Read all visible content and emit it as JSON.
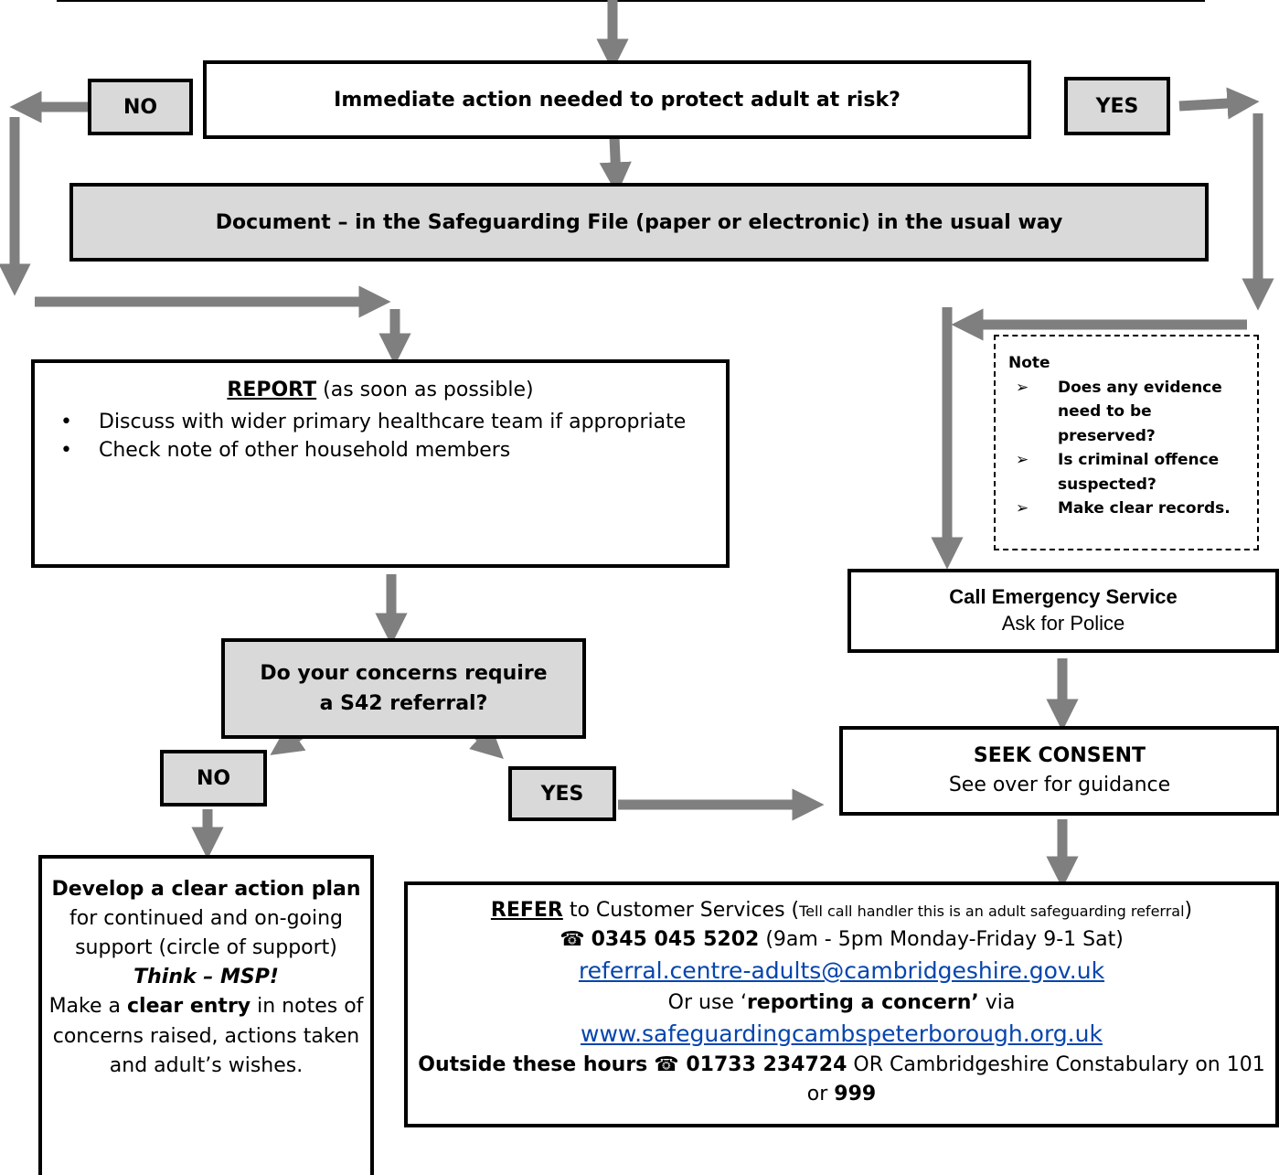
{
  "flow": {
    "immediate_question": "Immediate action needed to protect adult at risk?",
    "top_no": "NO",
    "top_yes": "YES",
    "document": "Document – in the Safeguarding File (paper or electronic) in the usual way",
    "report": {
      "title": "REPORT",
      "title_note": " (as soon as possible)",
      "items": [
        "Discuss with wider primary healthcare team if appropriate",
        "Check note of other household members"
      ]
    },
    "note": {
      "title": "Note",
      "items": [
        "Does any evidence need to be preserved?",
        "Is criminal offence suspected?",
        "Make clear records."
      ]
    },
    "emergency": {
      "title": "Call Emergency Service",
      "subtitle": "Ask for Police"
    },
    "s42_question": {
      "line1": "Do your concerns require",
      "line2": "a S42 referral?"
    },
    "mid_no": "NO",
    "mid_yes": "YES",
    "consent": {
      "title": "SEEK CONSENT",
      "subtitle": "See over for guidance"
    },
    "action_plan": {
      "bold1": "Develop a clear action plan",
      "text1": " for continued and on-going support (circle of support)",
      "italic": "Think – MSP!",
      "text2": "Make a ",
      "bold2": "clear entry",
      "text3": " in notes of concerns raised, actions taken and adult’s wishes."
    },
    "refer": {
      "title": "REFER",
      "title_rest": " to Customer Services (",
      "small_note": "Tell call handler this is an adult safeguarding referral",
      "close_paren": ")",
      "phone_icon": "☎",
      "phone": "0345 045 5202",
      "hours": " (9am - 5pm Monday-Friday 9-1 Sat)",
      "email": "referral.centre-adults@cambridgeshire.gov.uk",
      "or_use": "Or use ‘",
      "reporting": "reporting a concern’",
      "via": " via",
      "website": "www.safeguardingcambspeterborough.org.uk",
      "outside": "Outside these hours",
      "outside_phone": " 01733 234724",
      "outside_rest": " OR Cambridgeshire Constabulary on 101 or ",
      "emergency_number": "999"
    }
  },
  "colors": {
    "arrow": "#7f7f7f",
    "grey_box": "#d9d9d9",
    "link": "#0645ad"
  }
}
